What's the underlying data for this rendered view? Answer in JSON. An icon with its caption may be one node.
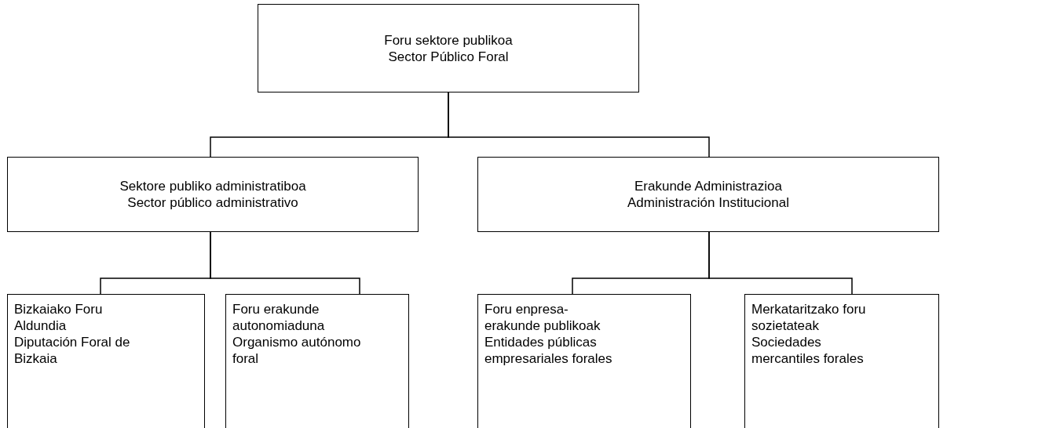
{
  "diagram": {
    "nodes": [
      {
        "text": [
          "Foru sektore publikoa",
          "Sector Público Foral"
        ]
      },
      {
        "text": [
          "Sektore publiko administratiboa",
          "Sector público administrativo"
        ]
      },
      {
        "text": [
          "Erakunde Administrazioa",
          "Administración Institucional"
        ]
      },
      {
        "text": [
          "Bizkaiako Foru Aldundia",
          "Diputación Foral de Bizkaia"
        ]
      },
      {
        "text": [
          "Foru erakunde autonomiaduna",
          "Organismo autónomo foral"
        ]
      },
      {
        "text": [
          "Foru enpresa-erakunde publikoak",
          "Entidades públicas empresariales forales"
        ]
      },
      {
        "text": [
          "Merkataritzako foru sozietateak",
          "Sociedades mercantiles forales"
        ]
      }
    ],
    "edges": [
      {
        "from": 0,
        "to": 1,
        "arrow": "none"
      },
      {
        "from": 0,
        "to": 2,
        "arrow": "none"
      },
      {
        "from": 1,
        "to": 3,
        "arrow": "none"
      },
      {
        "from": 1,
        "to": 4,
        "arrow": "none"
      },
      {
        "from": 2,
        "to": 5,
        "arrow": "none"
      },
      {
        "from": 2,
        "to": 6,
        "arrow": "none"
      }
    ]
  }
}
